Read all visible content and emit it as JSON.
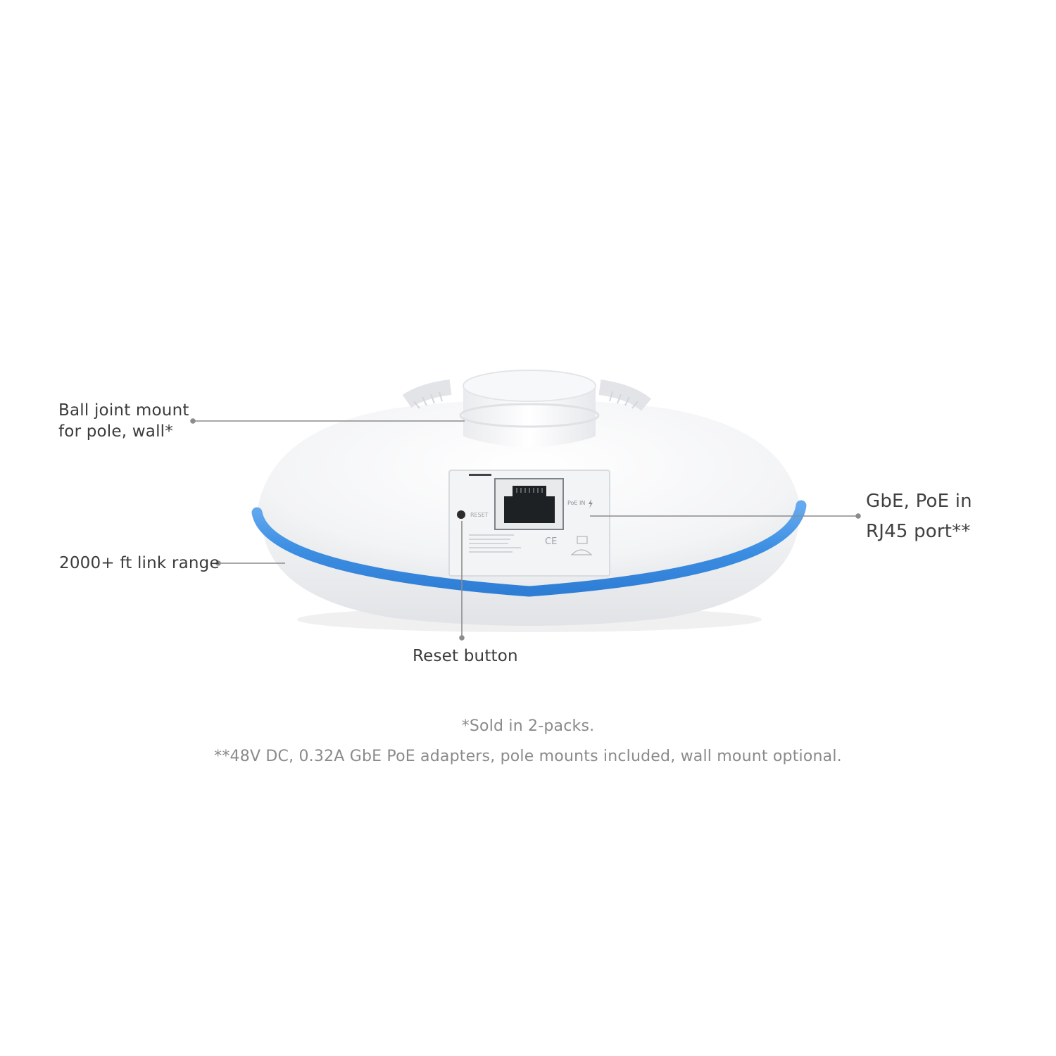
{
  "callouts": {
    "ball_joint": [
      "Ball joint mount",
      "for pole, wall*"
    ],
    "link_range": "2000+ ft link range",
    "port": [
      "GbE, PoE in",
      "RJ45 port**"
    ],
    "reset": "Reset button"
  },
  "device_labels": {
    "reset": "RESET",
    "poe_in": "PoE IN",
    "ce_mark": "CE"
  },
  "footnotes": [
    "*Sold in 2-packs.",
    "**48V DC, 0.32A GbE PoE adapters, pole mounts included, wall mount optional."
  ],
  "colors": {
    "led_ring": "#3d8fe3",
    "leader_line": "#8c8c8c",
    "body": "#f4f5f7"
  }
}
